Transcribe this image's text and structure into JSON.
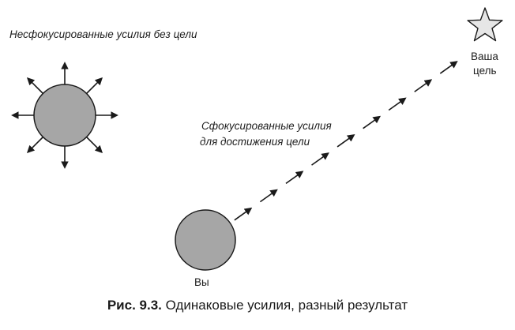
{
  "labels": {
    "unfocused": "Несфокусированные усилия без цели",
    "focused_line1": "Сфокусированные усилия",
    "focused_line2": "для достижения цели",
    "goal_line1": "Ваша",
    "goal_line2": "цель",
    "you": "Вы"
  },
  "caption": {
    "prefix": "Рис. 9.3.",
    "text": "Одинаковые усилия, разный результат"
  },
  "colors": {
    "circle_fill": "#a6a6a6",
    "stroke": "#1a1a1a",
    "star_fill": "#e6e6e6"
  }
}
